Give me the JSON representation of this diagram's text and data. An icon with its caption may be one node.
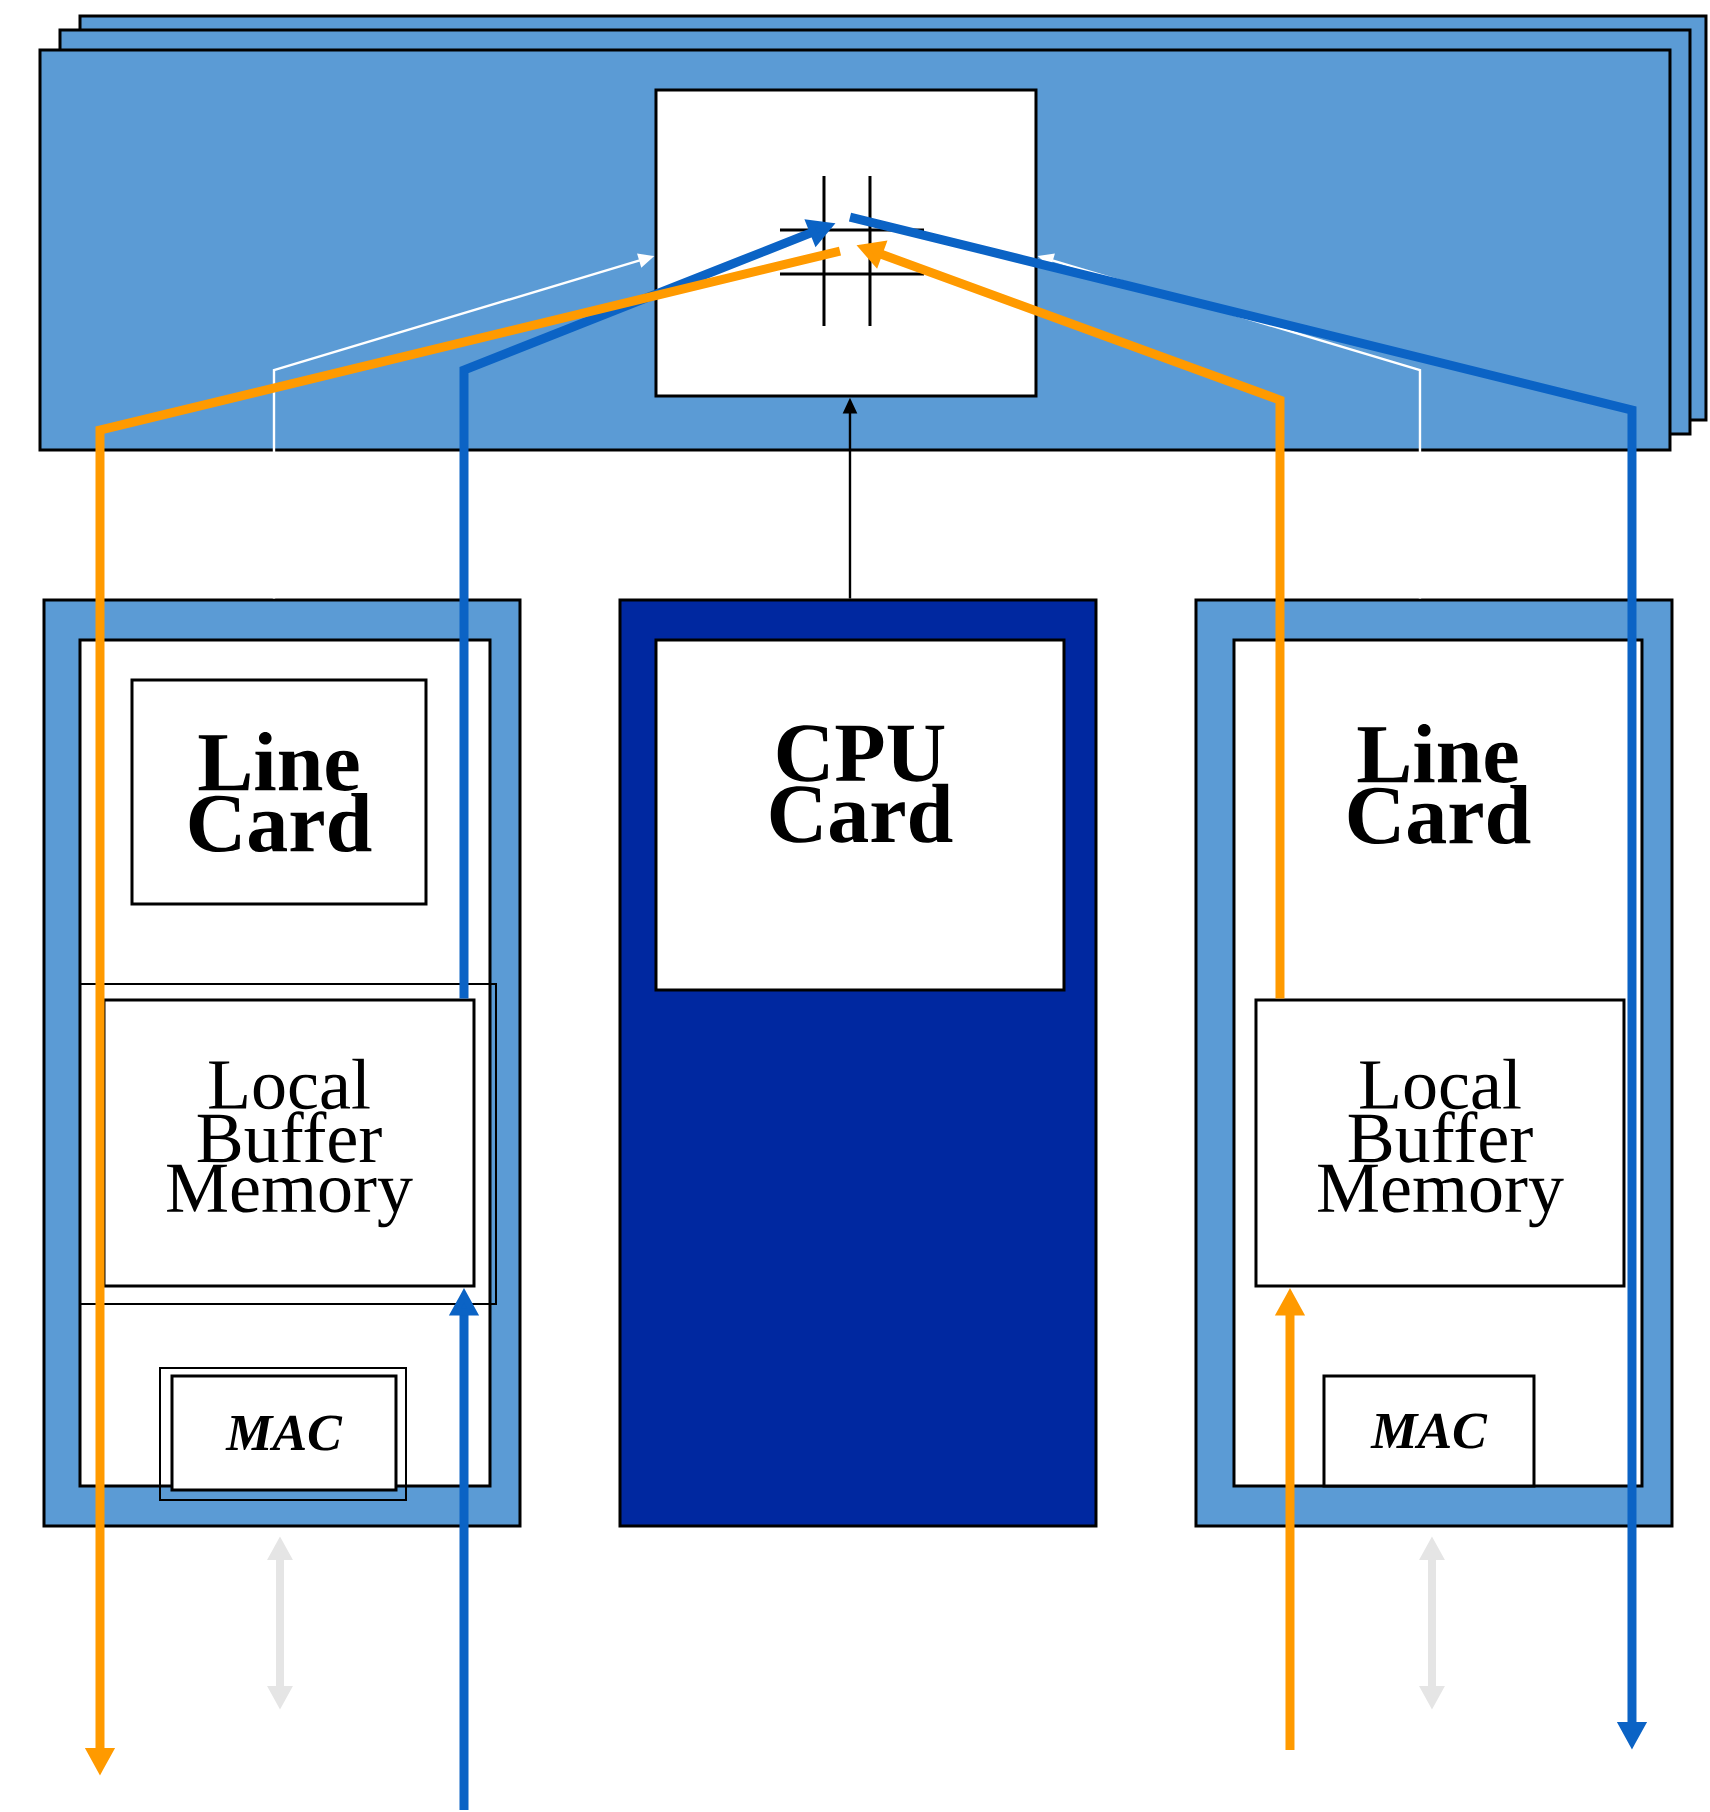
{
  "diagram": {
    "nodes": [
      {
        "text": [],
        "shape": "box"
      },
      {
        "text": [],
        "shape": "box",
        "in": 0
      },
      {
        "text": [],
        "shape": "box"
      },
      {
        "text": [],
        "shape": "box",
        "in": 2
      },
      {
        "text": [
          "Line Card"
        ],
        "in": 3
      },
      {
        "text": [
          "Local Buffer Memory"
        ],
        "in": 3
      },
      {
        "text": [
          "MAC"
        ],
        "in": 3
      },
      {
        "text": [],
        "shape": "box"
      },
      {
        "text": [
          "CPU Card"
        ],
        "in": 7
      },
      {
        "text": [],
        "shape": "box"
      },
      {
        "text": [
          "Line Card"
        ],
        "in": 9
      },
      {
        "text": [
          "Local Buffer Memory"
        ],
        "in": 10
      },
      {
        "text": [
          "MAC"
        ],
        "in": 10
      }
    ],
    "edges": [
      {
        "from": 2,
        "to": 1,
        "arrow": "to",
        "color": "#ffffff"
      },
      {
        "from": 9,
        "to": 1,
        "arrow": "to",
        "color": "#ffffff"
      },
      {
        "from": 7,
        "to": 1,
        "arrow": "to",
        "color": "#000000"
      },
      {
        "from": 5,
        "to": 1,
        "arrow": "to",
        "color": "#0b63c5"
      },
      {
        "from": 1,
        "to": null,
        "arrow": "to",
        "color": "#0b63c5"
      },
      {
        "from": null,
        "to": 5,
        "arrow": "to",
        "color": "#0b63c5"
      },
      {
        "from": 11,
        "to": 1,
        "arrow": "to",
        "color": "#ff9a00"
      },
      {
        "from": 1,
        "to": null,
        "arrow": "to",
        "color": "#ff9a00"
      },
      {
        "from": null,
        "to": 11,
        "arrow": "to",
        "color": "#ff9a00"
      }
    ]
  }
}
